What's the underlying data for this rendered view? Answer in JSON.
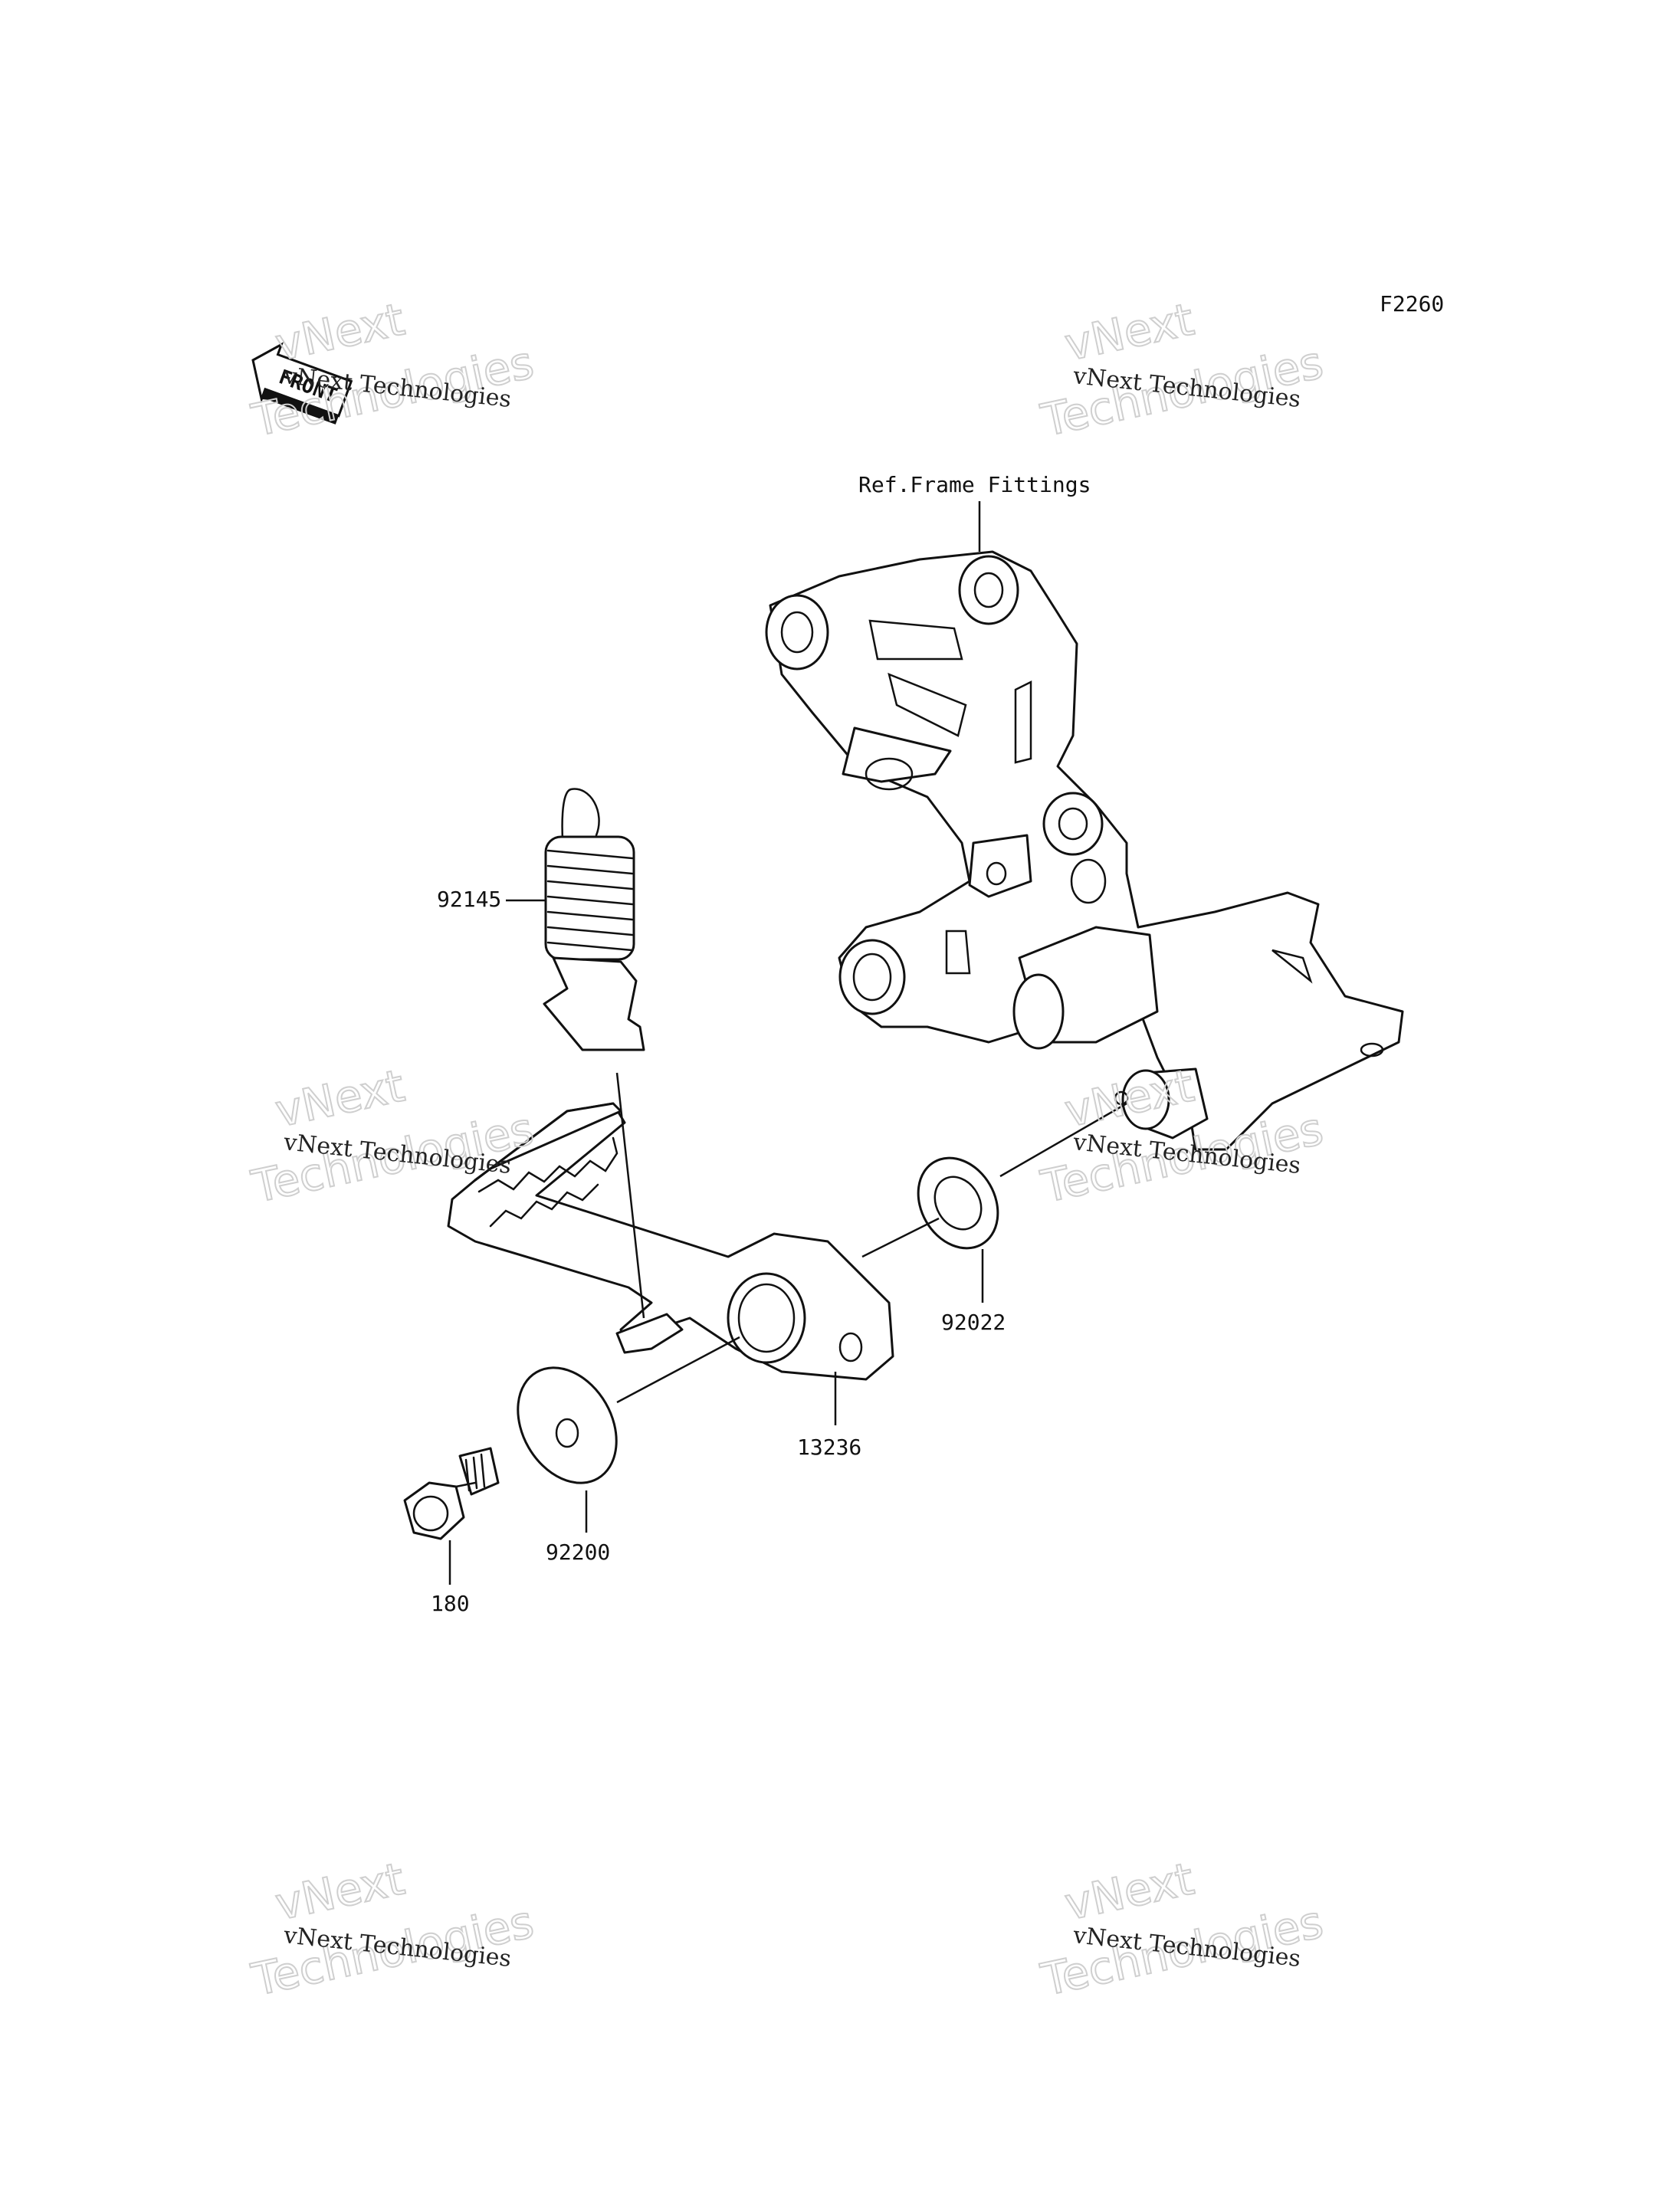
{
  "diagram": {
    "code": "F2260",
    "front_badge": "FRONT",
    "reference_note": "Ref.Frame Fittings",
    "parts": [
      {
        "id": "spring",
        "number": "92145"
      },
      {
        "id": "collar",
        "number": "92022"
      },
      {
        "id": "pedal",
        "number": "13236"
      },
      {
        "id": "washer",
        "number": "92200"
      },
      {
        "id": "bolt",
        "number": "180"
      }
    ]
  },
  "watermarks": [
    {
      "line1": "vNext Technologies",
      "line2": "vNext",
      "line3": "Technologies"
    },
    {
      "line1": "vNext Technologies",
      "line2": "vNext",
      "line3": "Technologies"
    },
    {
      "line1": "vNext Technologies",
      "line2": "vNext",
      "line3": "Technologies"
    },
    {
      "line1": "vNext Technologies",
      "line2": "vNext",
      "line3": "Technologies"
    },
    {
      "line1": "vNext Technologies",
      "line2": "vNext",
      "line3": "Technologies"
    },
    {
      "line1": "vNext Technologies",
      "line2": "vNext",
      "line3": "Technologies"
    }
  ]
}
